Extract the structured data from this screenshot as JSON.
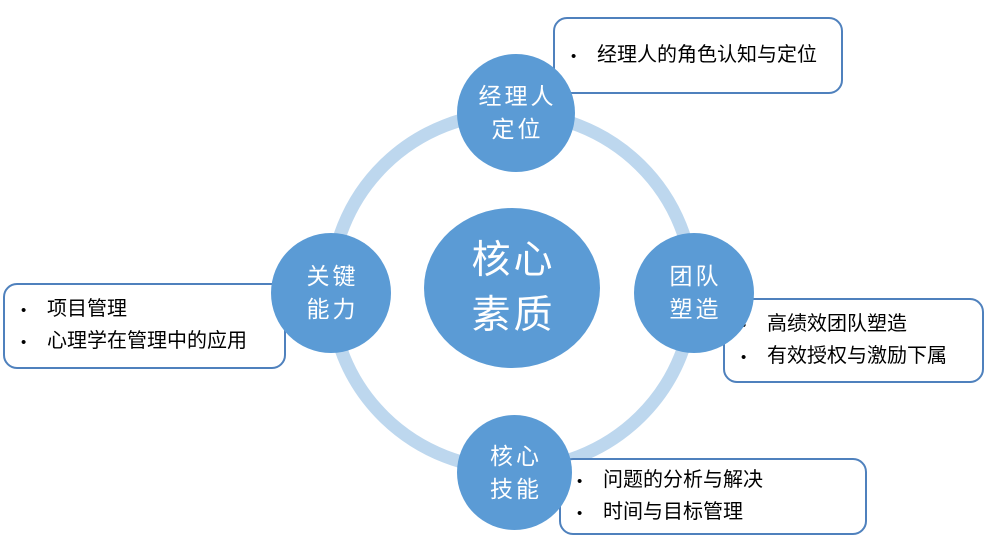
{
  "bullet_char": "•",
  "colors": {
    "circle_fill": "#5b9bd5",
    "ring": "#bdd7ee",
    "box_border": "#4f81bd",
    "circle_text": "#ffffff",
    "box_text": "#000000",
    "background": "#ffffff"
  },
  "diagram": {
    "type": "cycle-radial",
    "center": {
      "lines": [
        "核心",
        "素质"
      ]
    },
    "nodes": {
      "top": {
        "lines": [
          "经理人",
          "定位"
        ]
      },
      "right": {
        "lines": [
          "团队",
          "塑造"
        ]
      },
      "bottom": {
        "lines": [
          "核心",
          "技能"
        ]
      },
      "left": {
        "lines": [
          "关键",
          "能力"
        ]
      }
    },
    "callouts": {
      "top": {
        "items": [
          "经理人的角色认知与定位"
        ]
      },
      "right": {
        "items": [
          "高绩效团队塑造",
          "有效授权与激励下属"
        ]
      },
      "bottom": {
        "items": [
          "问题的分析与解决",
          "时间与目标管理"
        ]
      },
      "left": {
        "items": [
          "项目管理",
          "心理学在管理中的应用"
        ]
      }
    }
  }
}
